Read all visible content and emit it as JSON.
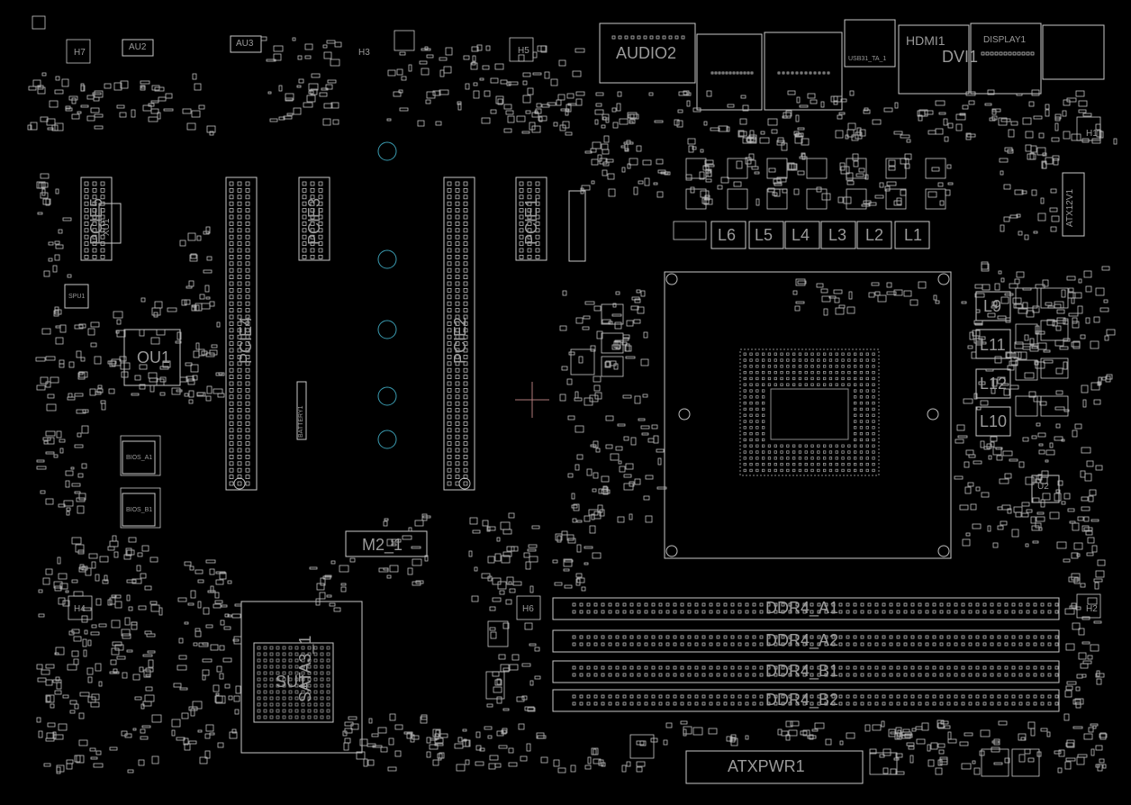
{
  "colors": {
    "background": "#000000",
    "outline": "#c8c8c8",
    "pad": "#bdbdbd",
    "hole": "#3a9bb0",
    "crosshair": "#b07a7a"
  },
  "labels": {
    "audio2": "AUDIO2",
    "usb31": "USB31_TA_1",
    "hdmi1": "HDMI1",
    "dvi1": "DVI1",
    "display1": "DISPLAY1",
    "au2": "AU2",
    "au3": "AU3",
    "h7": "H7",
    "h3": "H3",
    "h5": "H5",
    "h1": "H1",
    "h2": "H2",
    "h4": "H4",
    "h6": "H6",
    "pcie1": "PCIE1",
    "pcie2": "PCIE2",
    "pcie3": "PCIE3",
    "pcie4": "PCIE4",
    "pcie5": "PCIE5",
    "xu1": "XU1",
    "ou1": "OU1",
    "su1": "SU1",
    "sata1": "SATA3_1",
    "u2": "U2",
    "m2": "M2_1",
    "atx12v1": "ATX12V1",
    "atxpwr1": "ATXPWR1",
    "battery": "BATTERY1",
    "bios_a1": "BIOS_A1",
    "bios_b1": "BIOS_B1",
    "spu1": "SPU1",
    "l1": "L1",
    "l2": "L2",
    "l3": "L3",
    "l4": "L4",
    "l5": "L5",
    "l6": "L6",
    "l9": "L9",
    "l10": "L10",
    "l11": "L11",
    "l12": "L12",
    "ddr_a1": "DDR4_A1",
    "ddr_a2": "DDR4_A2",
    "ddr_b1": "DDR4_B1",
    "ddr_b2": "DDR4_B2"
  }
}
